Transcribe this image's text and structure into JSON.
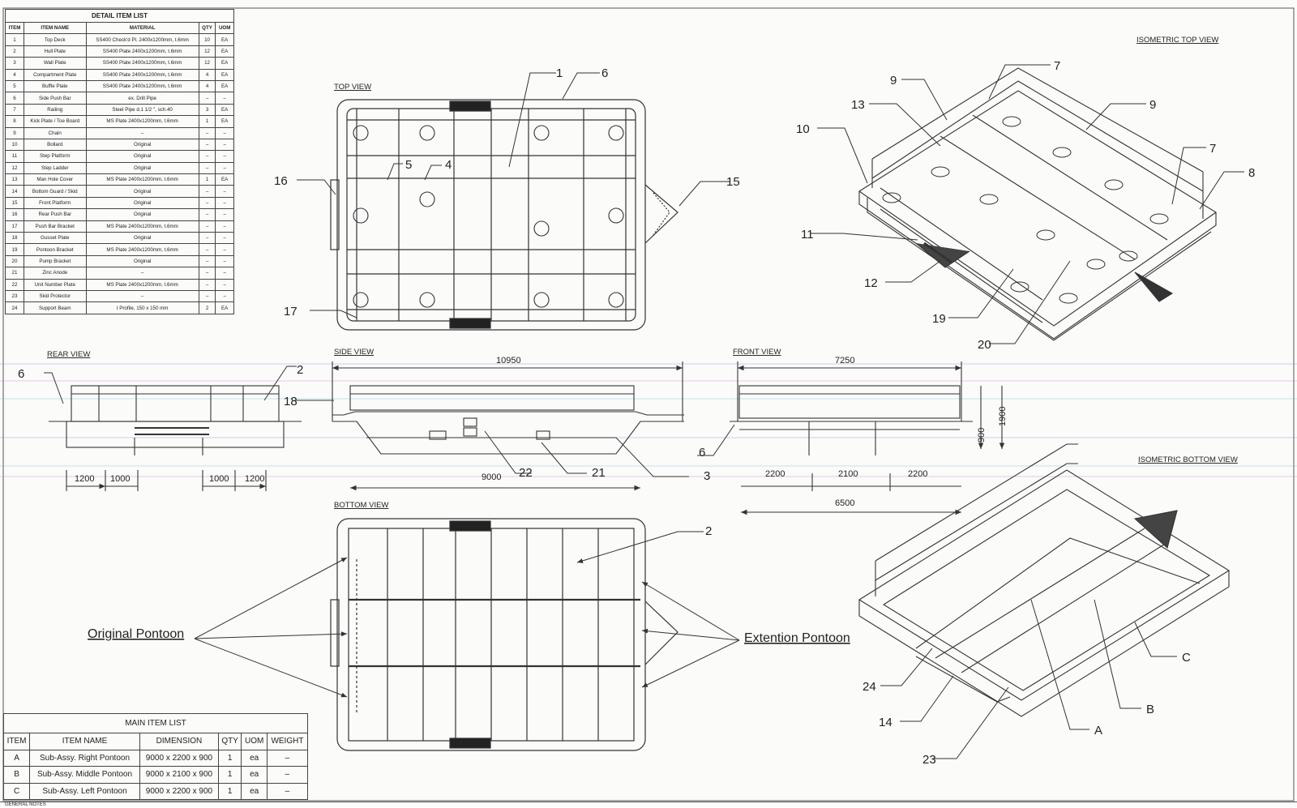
{
  "detail_list": {
    "title": "DETAIL ITEM LIST",
    "headers": [
      "ITEM",
      "ITEM NAME",
      "MATERIAL",
      "QTY",
      "UOM"
    ],
    "rows": [
      [
        "1",
        "Top Deck",
        "SS400 Check'd Pl. 2400x1200mm, t.6mm",
        "10",
        "EA"
      ],
      [
        "2",
        "Hull Plate",
        "SS400 Plate 2400x1200mm, t.6mm",
        "12",
        "EA"
      ],
      [
        "3",
        "Wall Plate",
        "SS400 Plate 2400x1200mm, t.6mm",
        "12",
        "EA"
      ],
      [
        "4",
        "Compartment Plate",
        "SS400 Plate 2400x1200mm, t.6mm",
        "4",
        "EA"
      ],
      [
        "5",
        "Buffle Plate",
        "SS400 Plate 2400x1200mm, t.6mm",
        "4",
        "EA"
      ],
      [
        "6",
        "Side Push Bar",
        "ex. Drill Pipe",
        "–",
        "–"
      ],
      [
        "7",
        "Railing",
        "Steel Pipe d.1 1/2 \", sch.40",
        "3",
        "EA"
      ],
      [
        "8",
        "Kick Plate / Toe Board",
        "MS Plate 2400x1200mm, t.6mm",
        "1",
        "EA"
      ],
      [
        "9",
        "Chain",
        "–",
        "–",
        "–"
      ],
      [
        "10",
        "Bollard",
        "Original",
        "–",
        "–"
      ],
      [
        "11",
        "Step Platform",
        "Original",
        "–",
        "–"
      ],
      [
        "12",
        "Step Ladder",
        "Original",
        "–",
        "–"
      ],
      [
        "13",
        "Man Hole Cover",
        "MS Plate 2400x1200mm, t.6mm",
        "1",
        "EA"
      ],
      [
        "14",
        "Bottom Guard / Skid",
        "Original",
        "–",
        "–"
      ],
      [
        "15",
        "Front Platform",
        "Original",
        "–",
        "–"
      ],
      [
        "16",
        "Rear Push Bar",
        "Original",
        "–",
        "–"
      ],
      [
        "17",
        "Push Bar Bracket",
        "MS Plate 2400x1200mm, t.6mm",
        "–",
        "–"
      ],
      [
        "18",
        "Gusset Plate",
        "Original",
        "–",
        "–"
      ],
      [
        "19",
        "Pontoon Bracket",
        "MS Plate 2400x1200mm, t.6mm",
        "–",
        "–"
      ],
      [
        "20",
        "Pump Bracket",
        "Original",
        "–",
        "–"
      ],
      [
        "21",
        "Zinc Anode",
        "–",
        "–",
        "–"
      ],
      [
        "22",
        "Unit Number Plate",
        "MS Plate 2400x1200mm, t.6mm",
        "–",
        "–"
      ],
      [
        "23",
        "Skid Protector",
        "–",
        "–",
        "–"
      ],
      [
        "24",
        "Support Beam",
        "I Profile, 150 x 150 mm",
        "2",
        "EA"
      ]
    ]
  },
  "main_list": {
    "title": "MAIN ITEM LIST",
    "headers": [
      "ITEM",
      "ITEM NAME",
      "DIMENSION",
      "QTY",
      "UOM",
      "WEIGHT"
    ],
    "rows": [
      [
        "A",
        "Sub-Assy. Right Pontoon",
        "9000 x 2200 x 900",
        "1",
        "ea",
        "–"
      ],
      [
        "B",
        "Sub-Assy. Middle Pontoon",
        "9000 x 2100 x 900",
        "1",
        "ea",
        "–"
      ],
      [
        "C",
        "Sub-Assy. Left Pontoon",
        "9000 x 2200 x 900",
        "1",
        "ea",
        "–"
      ]
    ]
  },
  "views": {
    "top": "TOP VIEW",
    "rear": "REAR VIEW",
    "side": "SIDE VIEW",
    "front": "FRONT VIEW",
    "bottom": "BOTTOM VIEW",
    "iso_top": "ISOMETRIC TOP VIEW",
    "iso_bottom": "ISOMETRIC BOTTOM VIEW"
  },
  "dimensions": {
    "side_length": "10950",
    "side_inner": "9000",
    "front_width": "7250",
    "front_inner": "6500",
    "front_h1": "900",
    "front_h2": "1900",
    "front_seg1": "2200",
    "front_seg2": "2100",
    "front_seg3": "2200",
    "rear_seg1": "1200",
    "rear_seg2": "1000",
    "rear_seg3": "1000",
    "rear_seg4": "1200"
  },
  "callouts": {
    "c1": "1",
    "c2a": "2",
    "c2b": "2",
    "c3": "3",
    "c4": "4",
    "c5": "5",
    "c6a": "6",
    "c6b": "6",
    "c6c": "6",
    "c7a": "7",
    "c7b": "7",
    "c8": "8",
    "c9a": "9",
    "c9b": "9",
    "c10": "10",
    "c11": "11",
    "c12": "12",
    "c13": "13",
    "c14": "14",
    "c15": "15",
    "c16": "16",
    "c17": "17",
    "c18": "18",
    "c19": "19",
    "c20": "20",
    "c21": "21",
    "c22": "22",
    "c23": "23",
    "c24": "24",
    "cA": "A",
    "cB": "B",
    "cC": "C"
  },
  "labels": {
    "original": "Original Pontoon",
    "extension": "Extention Pontoon",
    "general_notes": "GENERAL NOTES"
  }
}
